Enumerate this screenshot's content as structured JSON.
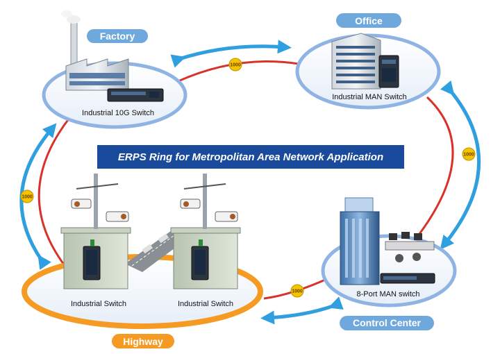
{
  "title": "ERPS Ring for Metropolitan Area Network Application",
  "nodes": {
    "factory": {
      "name": "Factory",
      "device": "Industrial 10G Switch"
    },
    "office": {
      "name": "Office",
      "device": "Industrial MAN Switch"
    },
    "control_center": {
      "name": "Control Center",
      "device": "8-Port MAN switch"
    },
    "highway": {
      "name": "Highway",
      "device_left": "Industrial Switch",
      "device_right": "Industrial Switch"
    }
  },
  "links": {
    "factory_office": "1000",
    "office_control": "1000",
    "control_highway": "1000",
    "highway_factory": "1000"
  },
  "colors": {
    "link": "#d9322b",
    "arrow": "#2f9fe0",
    "banner": "#1a4a9c",
    "pill_blue": "#6fa8dc",
    "pill_orange": "#f59a23",
    "badge": "#f5c400"
  }
}
